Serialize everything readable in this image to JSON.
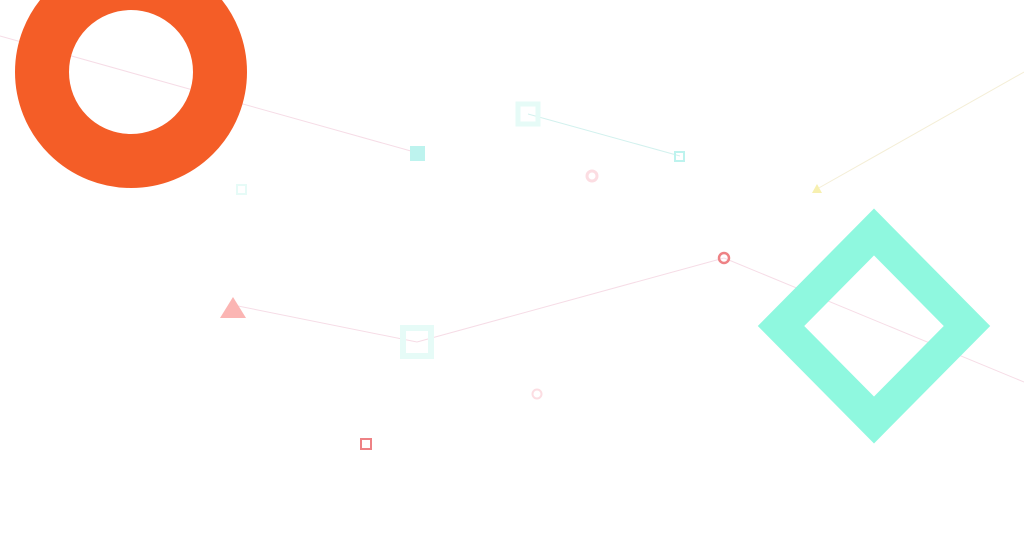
{
  "palette": {
    "orange": "#f45d27",
    "mint": "#8ff8df",
    "mint_light": "#bdf3ee",
    "mint_faint": "#e6fbf7",
    "coral": "#ee8285",
    "coral_light": "#fbb5b3",
    "pink_faint": "#fcdde2",
    "yellow_faint": "#f7f0b0",
    "line_pink": "#f6dce6",
    "line_mint": "#d2f1ee",
    "line_yellow": "#f4eed6"
  },
  "shapes": {
    "large_ring": {
      "kind": "ring",
      "icon": "orange-ring-icon",
      "color_key": "orange"
    },
    "large_diamond": {
      "kind": "diamond-outline",
      "icon": "mint-diamond-icon",
      "color_key": "mint"
    },
    "small_marks": [
      {
        "kind": "filled-square",
        "icon": "mint-square-icon",
        "color_key": "mint_light"
      },
      {
        "kind": "hollow-square",
        "icon": "mint-square-outline-icon",
        "color_key": "mint_faint"
      },
      {
        "kind": "hollow-square",
        "icon": "mint-square-outline-icon",
        "color_key": "mint_light"
      },
      {
        "kind": "hollow-square",
        "icon": "mint-square-outline-icon",
        "color_key": "mint_faint"
      },
      {
        "kind": "circle",
        "icon": "pink-dot-icon",
        "color_key": "pink_faint"
      },
      {
        "kind": "triangle",
        "icon": "yellow-triangle-icon",
        "color_key": "yellow_faint"
      },
      {
        "kind": "circle-outline",
        "icon": "coral-circle-outline-icon",
        "color_key": "coral"
      },
      {
        "kind": "triangle",
        "icon": "coral-triangle-icon",
        "color_key": "coral_light"
      },
      {
        "kind": "hollow-square",
        "icon": "mint-square-outline-icon",
        "color_key": "mint_faint"
      },
      {
        "kind": "circle-outline",
        "icon": "pink-circle-outline-icon",
        "color_key": "pink_faint"
      },
      {
        "kind": "hollow-square",
        "icon": "coral-square-outline-icon",
        "color_key": "coral"
      }
    ]
  }
}
